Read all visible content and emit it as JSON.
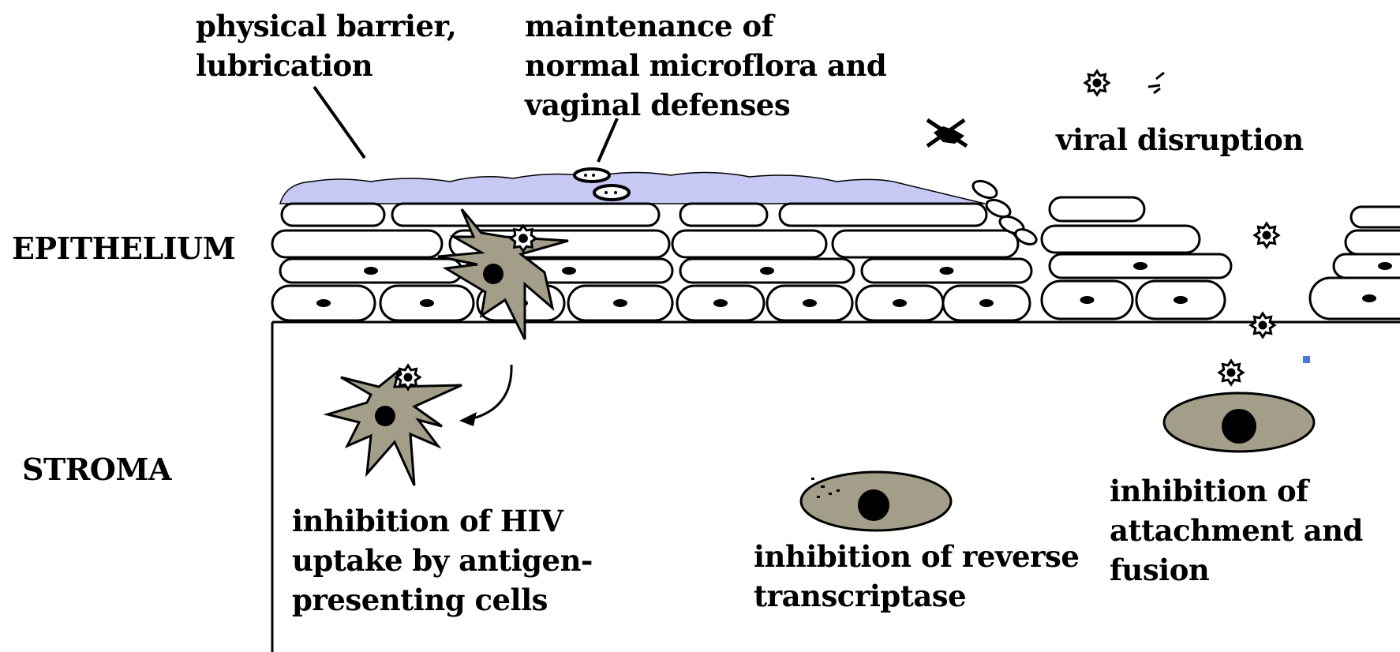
{
  "labels": {
    "barrier": [
      "physical barrier,",
      "lubrication"
    ],
    "microflora": [
      "maintenance of",
      "normal microflora and",
      "vaginal defenses"
    ],
    "viral": [
      "viral disruption"
    ],
    "epithelium": "EPITHELIUM",
    "stroma": "STROMA",
    "uptake": [
      "inhibition of HIV",
      "uptake by antigen-",
      "presenting cells"
    ],
    "rt": [
      "inhibition of reverse",
      "transcriptase"
    ],
    "attach": [
      "inhibition of",
      "attachment and",
      "fusion"
    ]
  },
  "colors": {
    "mucus": "#c8c8f5",
    "cell_fill": "#a39e8a",
    "outline": "#000000",
    "marker": "#4a78d8"
  }
}
